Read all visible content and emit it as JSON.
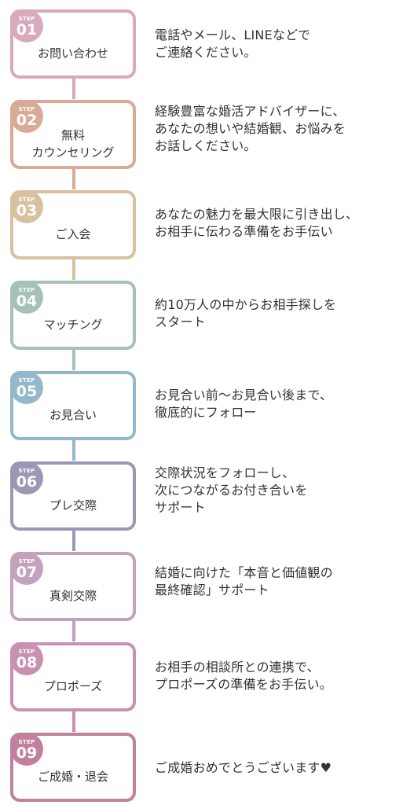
{
  "step_label": "STEP",
  "steps": [
    {
      "num": "01",
      "title": "お問い合わせ",
      "desc": "電話やメール、LINEなどで\nご連絡ください。",
      "color": "#d9a9bd"
    },
    {
      "num": "02",
      "title": "無料\nカウンセリング",
      "desc": "経験豊富な婚活アドバイザーに、\nあなたの想いや結婚観、お悩みを\nお話しください。",
      "color": "#d9aa96"
    },
    {
      "num": "03",
      "title": "ご入会",
      "desc": "あなたの魅力を最大限に引き出し、\nお相手に伝わる準備をお手伝い",
      "color": "#d8c1a1"
    },
    {
      "num": "04",
      "title": "マッチング",
      "desc": "約10万人の中からお相手探しを\nスタート",
      "color": "#a6c1b6"
    },
    {
      "num": "05",
      "title": "お見合い",
      "desc": "お見合い前〜お見合い後まで、\n徹底的にフォロー",
      "color": "#93b8c9"
    },
    {
      "num": "06",
      "title": "プレ交際",
      "desc": "交際状況をフォローし、\n次につながるお付き合いを\nサポート",
      "color": "#9b98b5"
    },
    {
      "num": "07",
      "title": "真剣交際",
      "desc": "結婚に向けた「本音と価値観の\n最終確認」サポート",
      "color": "#c3a2bd"
    },
    {
      "num": "08",
      "title": "プロポーズ",
      "desc": "お相手の相談所との連携で、\nプロポーズの準備をお手伝い。",
      "color": "#c891b2"
    },
    {
      "num": "09",
      "title": "ご成婚・退会",
      "desc": "ご成婚おめでとうございます♥",
      "color": "#c1819e"
    }
  ]
}
